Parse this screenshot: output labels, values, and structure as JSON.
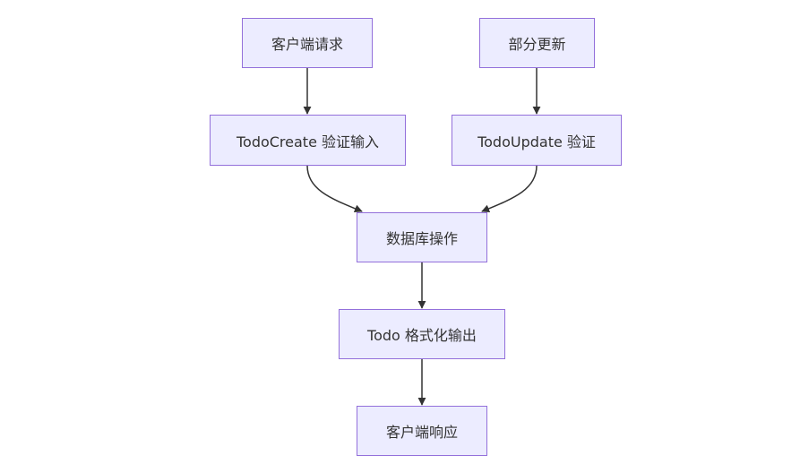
{
  "nodes": {
    "client_request": "客户端请求",
    "partial_update": "部分更新",
    "todo_create_validate": "TodoCreate 验证输入",
    "todo_update_validate": "TodoUpdate 验证",
    "db_operation": "数据库操作",
    "todo_format_output": "Todo 格式化输出",
    "client_response": "客户端响应"
  },
  "edges": [
    {
      "from": "client_request",
      "to": "todo_create_validate"
    },
    {
      "from": "partial_update",
      "to": "todo_update_validate"
    },
    {
      "from": "todo_create_validate",
      "to": "db_operation"
    },
    {
      "from": "todo_update_validate",
      "to": "db_operation"
    },
    {
      "from": "db_operation",
      "to": "todo_format_output"
    },
    {
      "from": "todo_format_output",
      "to": "client_response"
    }
  ]
}
